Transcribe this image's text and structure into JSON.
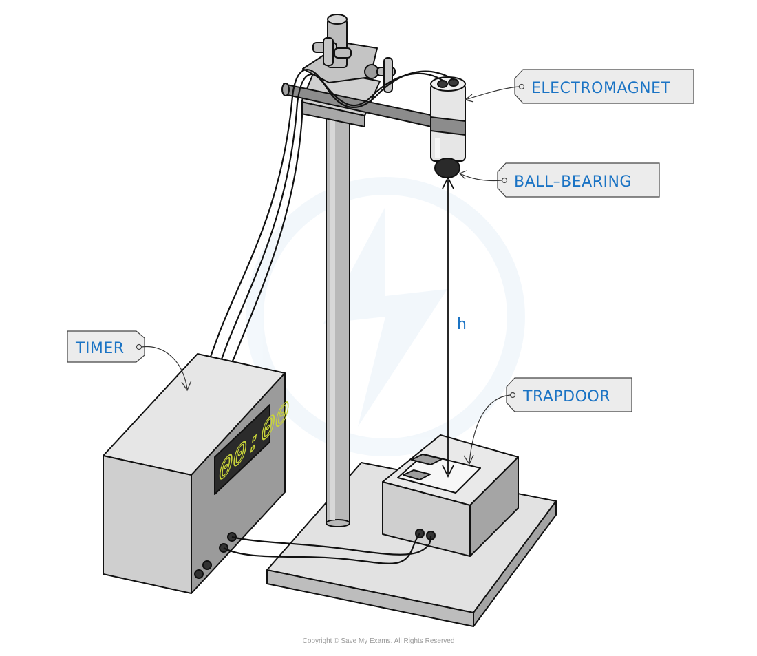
{
  "labels": {
    "electromagnet": "ELECTROMAGNET",
    "ball_bearing": "BALL–BEARING",
    "timer": "TIMER",
    "trapdoor": "TRAPDOOR",
    "height": "h"
  },
  "timer_display": "00:00",
  "copyright": "Copyright © Save My Exams. All Rights Reserved",
  "colors": {
    "label_text": "#1a73c4",
    "display_digits": "#c9d43a",
    "apparatus_grey": "#c8c8c8"
  }
}
